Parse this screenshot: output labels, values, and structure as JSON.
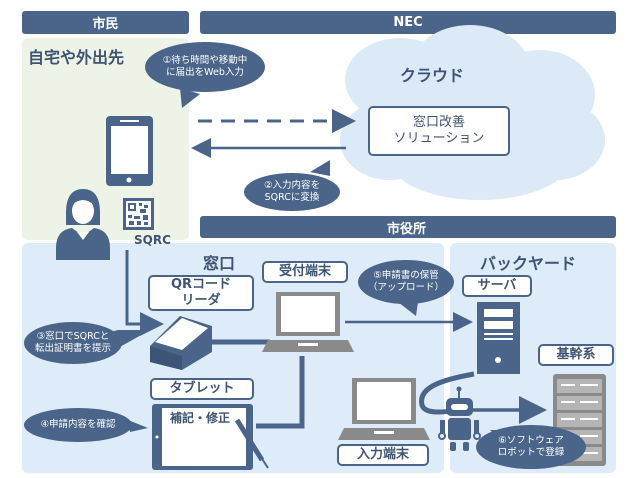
{
  "headers": {
    "citizen": "市民",
    "nec": "NEC",
    "city_hall": "市役所"
  },
  "zones": {
    "home": "自宅や外出先",
    "cloud": "クラウド",
    "counter": "窓口",
    "backyard": "バックヤード"
  },
  "boxes": {
    "solution": "窓口改善\nソリューション",
    "qr_reader": "QRコード\nリーダ",
    "reception_terminal": "受付端末",
    "tablet": "タブレット",
    "server": "サーバ",
    "core_system": "基幹系",
    "input_terminal": "入力端末",
    "tablet_screen_text": "補記・修正"
  },
  "labels": {
    "sqrc": "SQRC"
  },
  "steps": [
    {
      "id": 1,
      "text": "①待ち時間や移動中\nに届出をWeb入力"
    },
    {
      "id": 2,
      "text": "②入力内容を\nSQRCに変換"
    },
    {
      "id": 3,
      "text": "③窓口でSQRCと\n転出証明書を提示"
    },
    {
      "id": 4,
      "text": "④申請内容を確認"
    },
    {
      "id": 5,
      "text": "⑤申請書の保管\n（アップロード）"
    },
    {
      "id": 6,
      "text": "⑥ソフトウェア\nロボットで登録"
    }
  ],
  "colors": {
    "primary": "#4a6589",
    "zone_green": "#edf3e6",
    "zone_blue": "#deebf8",
    "cloud": "#dce9f7",
    "device_gray": "#8a8a8a"
  }
}
